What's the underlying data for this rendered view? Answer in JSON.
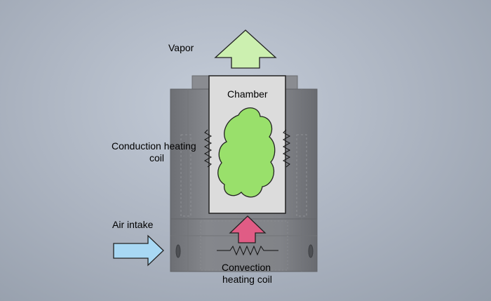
{
  "labels": {
    "vapor": "Vapor",
    "chamber": "Chamber",
    "conduction_line1": "Conduction heating",
    "conduction_line2": "coil",
    "air_intake": "Air intake",
    "convection_line1": "Convection",
    "convection_line2": "heating coil"
  },
  "icons": {
    "vapor_arrow": "up-arrow-icon",
    "air_arrow": "right-arrow-icon",
    "heat_arrow": "up-arrow-icon",
    "herb": "herb-cloud-icon",
    "coils": "zigzag-coil-icon"
  },
  "colors": {
    "vapor_arrow": "#ccf0b0",
    "air_intake_arrow": "#a8d8f4",
    "convection_arrow": "#e05c85",
    "herb": "#99e06b",
    "chamber_fill": "#dcdcdc",
    "housing": "#7c7e83"
  }
}
